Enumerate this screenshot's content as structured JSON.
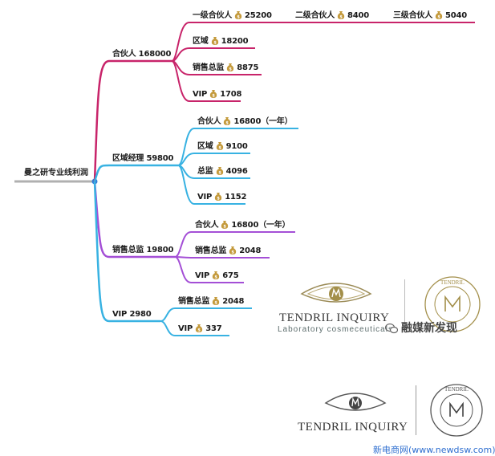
{
  "root": {
    "label": "曼之研专业线利润"
  },
  "colors": {
    "partner": "#c8246a",
    "regional": "#38b2e2",
    "sales": "#a44fd6",
    "vip": "#38b2e2",
    "trunk": "#b0b0b0",
    "hub": "#2f7ed8"
  },
  "branches": [
    {
      "label": "合伙人 168000",
      "color_key": "partner",
      "children": [
        {
          "label": "一级合伙人",
          "value": "25200"
        },
        {
          "label": "区域",
          "value": "18200"
        },
        {
          "label": "销售总监",
          "value": "8875"
        },
        {
          "label": "VIP",
          "value": "1708"
        }
      ],
      "extra": [
        {
          "label": "二级合伙人",
          "value": "8400"
        },
        {
          "label": "三级合伙人",
          "value": "5040"
        }
      ]
    },
    {
      "label": "区域经理 59800",
      "color_key": "regional",
      "children": [
        {
          "label": "合伙人",
          "value": "16800（一年）"
        },
        {
          "label": "区域",
          "value": "9100"
        },
        {
          "label": "总监",
          "value": "4096"
        },
        {
          "label": "VIP",
          "value": "1152"
        }
      ]
    },
    {
      "label": "销售总监 19800",
      "color_key": "sales",
      "children": [
        {
          "label": "合伙人",
          "value": "16800（一年）"
        },
        {
          "label": "销售总监",
          "value": "2048"
        },
        {
          "label": "VIP",
          "value": "675"
        }
      ]
    },
    {
      "label": "VIP 2980",
      "color_key": "vip",
      "children": [
        {
          "label": "销售总监",
          "value": "2048"
        },
        {
          "label": "VIP",
          "value": "337"
        }
      ]
    }
  ],
  "brand": {
    "name": "TENDRIL INQUIRY",
    "tagline": "Laboratory cosmeceuticals",
    "seal_text": "TENDRIL"
  },
  "watermark": {
    "text": "融媒新发现"
  },
  "footer": {
    "text": "新电商网(www.newdsw.com)"
  }
}
